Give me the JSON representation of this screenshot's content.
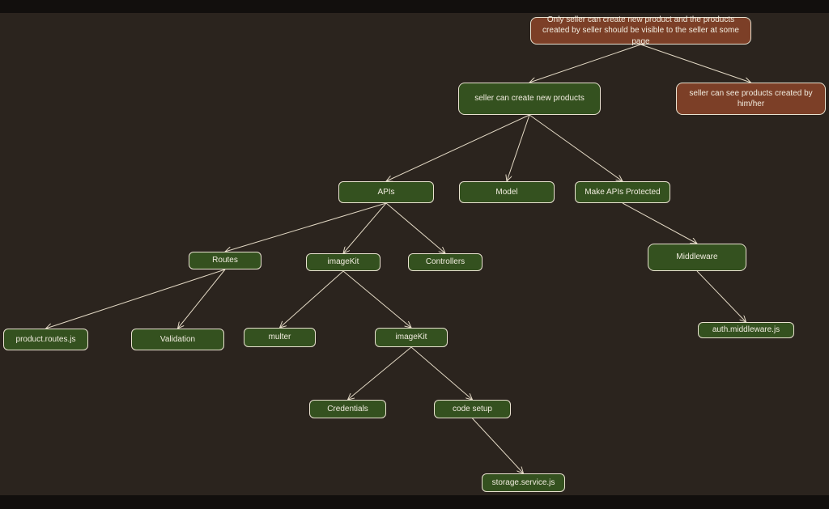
{
  "diagram": {
    "nodes": [
      {
        "id": "root",
        "label": "Only seller can create new product and the products created by seller should be visible to the seller at some page",
        "kind": "requirement"
      },
      {
        "id": "create",
        "label": "seller can create new products",
        "kind": "task"
      },
      {
        "id": "see",
        "label": "seller can see products created by him/her",
        "kind": "requirement"
      },
      {
        "id": "apis",
        "label": "APIs",
        "kind": "task"
      },
      {
        "id": "model",
        "label": "Model",
        "kind": "task"
      },
      {
        "id": "protect",
        "label": "Make APIs Protected",
        "kind": "task"
      },
      {
        "id": "routes",
        "label": "Routes",
        "kind": "task"
      },
      {
        "id": "imagekit1",
        "label": "imageKit",
        "kind": "task"
      },
      {
        "id": "controllers",
        "label": "Controllers",
        "kind": "task"
      },
      {
        "id": "middleware",
        "label": "Middleware",
        "kind": "task"
      },
      {
        "id": "productroutes",
        "label": "product.routes.js",
        "kind": "task"
      },
      {
        "id": "validation",
        "label": "Validation",
        "kind": "task"
      },
      {
        "id": "multer",
        "label": "multer",
        "kind": "task"
      },
      {
        "id": "imagekit2",
        "label": "imageKit",
        "kind": "task"
      },
      {
        "id": "authmw",
        "label": "auth.middleware.js",
        "kind": "task"
      },
      {
        "id": "credentials",
        "label": "Credentials",
        "kind": "task"
      },
      {
        "id": "codesetup",
        "label": "code setup",
        "kind": "task"
      },
      {
        "id": "storage",
        "label": "storage.service.js",
        "kind": "task"
      }
    ],
    "edges": [
      {
        "from": "root",
        "to": "create"
      },
      {
        "from": "root",
        "to": "see"
      },
      {
        "from": "create",
        "to": "apis"
      },
      {
        "from": "create",
        "to": "model"
      },
      {
        "from": "create",
        "to": "protect"
      },
      {
        "from": "apis",
        "to": "routes"
      },
      {
        "from": "apis",
        "to": "imagekit1"
      },
      {
        "from": "apis",
        "to": "controllers"
      },
      {
        "from": "protect",
        "to": "middleware"
      },
      {
        "from": "routes",
        "to": "productroutes"
      },
      {
        "from": "routes",
        "to": "validation"
      },
      {
        "from": "imagekit1",
        "to": "multer"
      },
      {
        "from": "imagekit1",
        "to": "imagekit2"
      },
      {
        "from": "middleware",
        "to": "authmw"
      },
      {
        "from": "imagekit2",
        "to": "credentials"
      },
      {
        "from": "imagekit2",
        "to": "codesetup"
      },
      {
        "from": "codesetup",
        "to": "storage"
      }
    ],
    "colors": {
      "background": "#2b241e",
      "task_fill": "#34511f",
      "requirement_fill": "#7c3f27",
      "border": "#e9e2d0",
      "edge": "#e2d8c4",
      "text": "#f1ecdf"
    }
  }
}
